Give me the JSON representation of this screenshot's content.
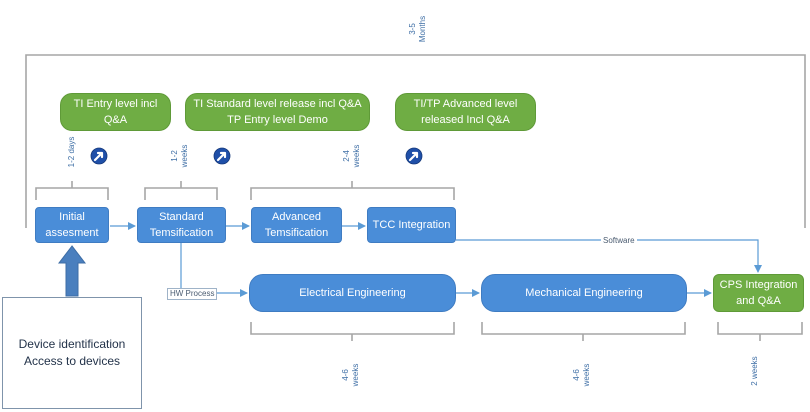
{
  "total_duration": "3-5\nMonths",
  "milestones": {
    "entry": "TI Entry level incl\nQ&A",
    "standard": "TI Standard level release incl Q&A\nTP Entry level Demo",
    "advanced": "TI/TP Advanced level\nreleased Incl Q&A"
  },
  "durations": {
    "initial": "1-2 days",
    "standard": "1-2\nweeks",
    "advanced": "2-4\nweeks",
    "electrical": "4-6\nweeks",
    "mechanical": "4-6\nweeks",
    "cps": "2 weeks"
  },
  "steps": {
    "initial": "Initial\nassesment",
    "standard": "Standard\nTemsification",
    "advanced": "Advanced\nTemsification",
    "tcc": "TCC Integration",
    "electrical": "Electrical Engineering",
    "mechanical": "Mechanical Engineering",
    "cps": "CPS Integration\nand Q&A"
  },
  "connector_labels": {
    "software": "Software",
    "hw_process": "HW Process"
  },
  "device": "Device identification\nAccess to devices",
  "colors": {
    "process_blue": "#4a8dd8",
    "milestone_green": "#6fad44",
    "bracket_gray": "#a6a6a6",
    "arrow_blue": "#5b9bd5",
    "label_blue": "#3f6fa6"
  }
}
